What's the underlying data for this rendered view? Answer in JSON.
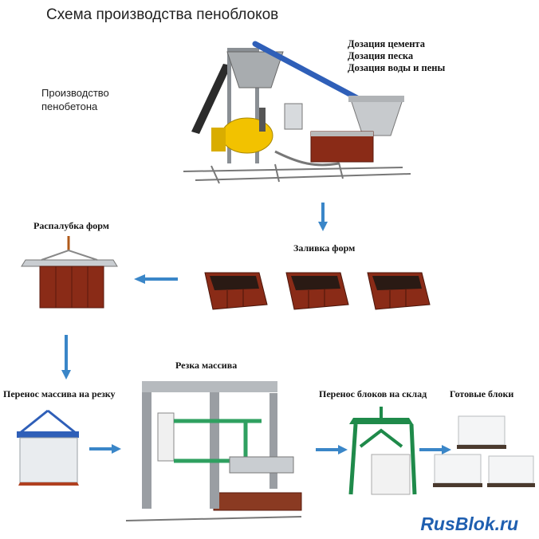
{
  "title": "Схема производства пеноблоков",
  "production_label": [
    "Производство",
    "пенобетона"
  ],
  "dosing_labels": [
    "Дозация цемента",
    "Дозация песка",
    "Дозация воды и пены"
  ],
  "stages": {
    "mold_release": "Распалубка форм",
    "mold_filling": "Заливка форм",
    "mass_transfer": "Перенос массива на резку",
    "mass_cutting": "Резка массива",
    "block_transfer": "Перенос блоков на склад",
    "finished_blocks": "Готовые блоки"
  },
  "brand": "RusBlok.ru",
  "colors": {
    "arrow": "#3a86c8",
    "brand": "#1f5fb0",
    "mold": "#8a2b17",
    "tank": "#f2c200",
    "frame_green": "#1f8a4a"
  }
}
